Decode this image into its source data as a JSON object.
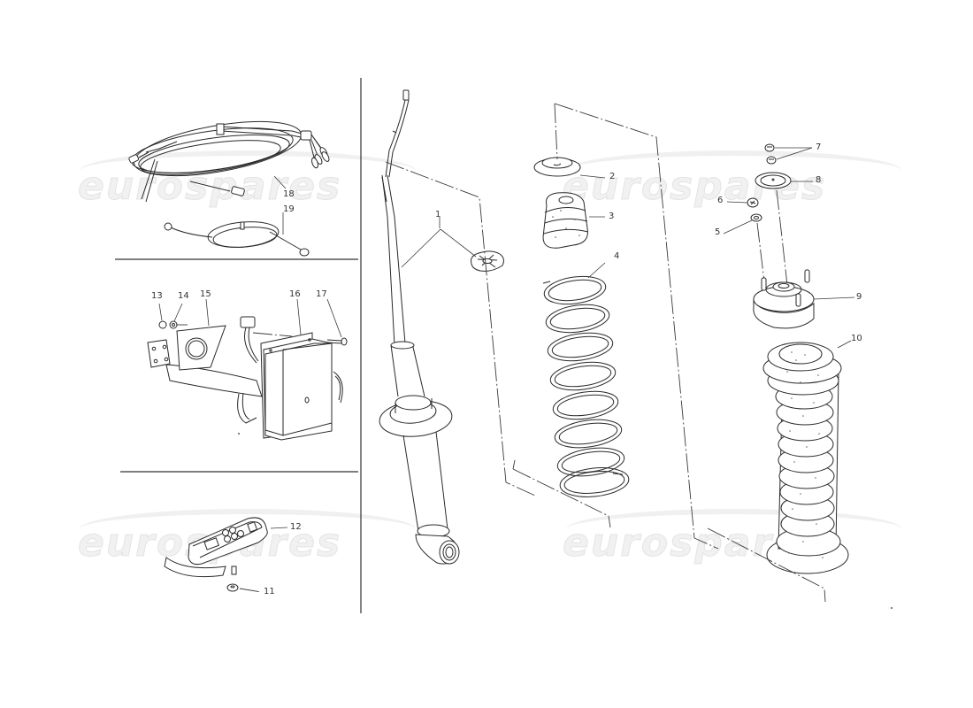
{
  "diagram": {
    "type": "exploded-parts-diagram",
    "subject": "Rear shock absorber / suspension strut assembly with electronic damping control",
    "watermark_text": "eurospares",
    "watermark_count": 4,
    "panels": [
      {
        "id": "harness",
        "parts": [
          "18",
          "19"
        ]
      },
      {
        "id": "control-unit",
        "parts": [
          "13",
          "14",
          "15",
          "16",
          "17"
        ]
      },
      {
        "id": "switch",
        "parts": [
          "11",
          "12"
        ]
      },
      {
        "id": "strut-assembly",
        "parts": [
          "1",
          "2",
          "3",
          "4",
          "5",
          "6",
          "7",
          "8",
          "9",
          "10"
        ]
      }
    ]
  },
  "callouts": {
    "c1": "1",
    "c2": "2",
    "c3": "3",
    "c4": "4",
    "c5": "5",
    "c6": "6",
    "c7": "7",
    "c8": "8",
    "c9": "9",
    "c10": "10",
    "c11": "11",
    "c12": "12",
    "c13": "13",
    "c14": "14",
    "c15": "15",
    "c16": "16",
    "c17": "17",
    "c18": "18",
    "c19": "19"
  },
  "parts": [
    {
      "number": "1",
      "depiction": "shock absorber with sensor lead and cross-shaped washer"
    },
    {
      "number": "2",
      "depiction": "top cup washer"
    },
    {
      "number": "3",
      "depiction": "bump stop / rubber buffer"
    },
    {
      "number": "4",
      "depiction": "coil spring"
    },
    {
      "number": "5",
      "depiction": "washer"
    },
    {
      "number": "6",
      "depiction": "nut"
    },
    {
      "number": "7",
      "depiction": "nuts (pair)"
    },
    {
      "number": "8",
      "depiction": "plate washer"
    },
    {
      "number": "9",
      "depiction": "upper strut mount"
    },
    {
      "number": "10",
      "depiction": "dust boot / bellows"
    },
    {
      "number": "11",
      "depiction": "knob/nut"
    },
    {
      "number": "12",
      "depiction": "damping control switch"
    },
    {
      "number": "13",
      "depiction": "nut"
    },
    {
      "number": "14",
      "depiction": "washer"
    },
    {
      "number": "15",
      "depiction": "mounting bracket"
    },
    {
      "number": "16",
      "depiction": "control unit"
    },
    {
      "number": "17",
      "depiction": "screw"
    },
    {
      "number": "18",
      "depiction": "wiring harness"
    },
    {
      "number": "19",
      "depiction": "connecting cable"
    }
  ]
}
